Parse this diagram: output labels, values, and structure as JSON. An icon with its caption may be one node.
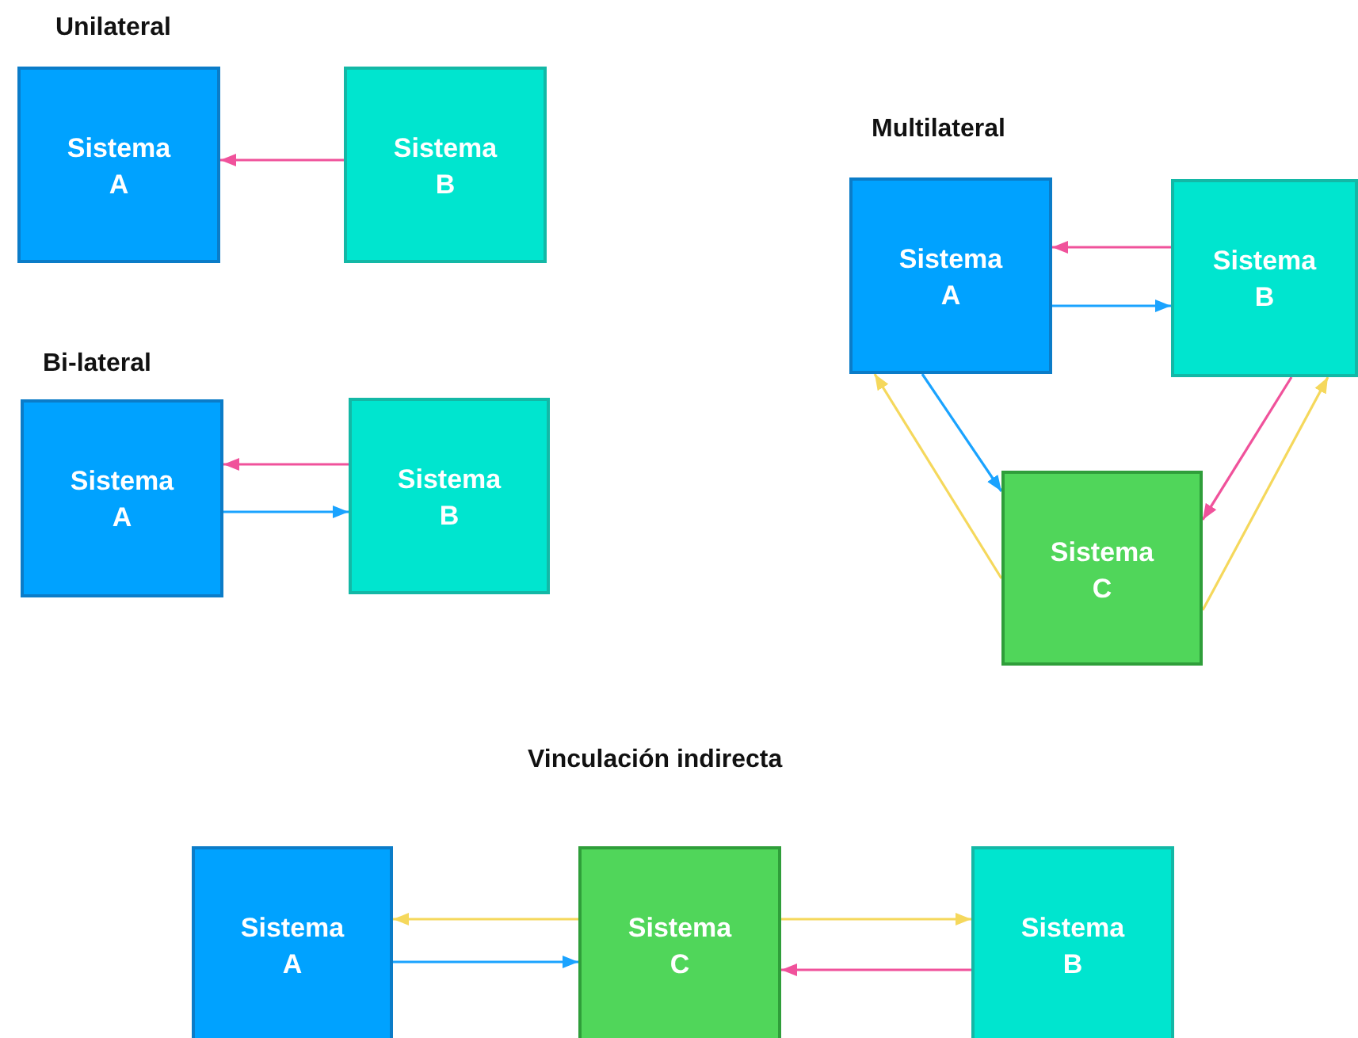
{
  "diagram": {
    "nodes": [
      {
        "text": [
          "Sistema A"
        ]
      },
      {
        "text": [
          "Sistema B"
        ]
      },
      {
        "text": [
          "Sistema A"
        ]
      },
      {
        "text": [
          "Sistema B"
        ]
      },
      {
        "text": [
          "Sistema A"
        ]
      },
      {
        "text": [
          "Sistema B"
        ]
      },
      {
        "text": [
          "Sistema C"
        ]
      },
      {
        "text": [
          "Sistema A"
        ]
      },
      {
        "text": [
          "Sistema C"
        ]
      },
      {
        "text": [
          "Sistema B"
        ]
      }
    ],
    "edges": [
      {
        "from": 1,
        "to": 0,
        "arrow": "to"
      },
      {
        "from": 3,
        "to": 2,
        "arrow": "to"
      },
      {
        "from": 2,
        "to": 3,
        "arrow": "to",
        "color": "#1aa3ff"
      },
      {
        "from": 5,
        "to": 4,
        "arrow": "to"
      },
      {
        "from": 4,
        "to": 5,
        "arrow": "to",
        "color": "#1aa3ff"
      },
      {
        "from": 6,
        "to": 4,
        "arrow": "to",
        "color": "#f5d85c"
      },
      {
        "from": 4,
        "to": 6,
        "arrow": "to",
        "color": "#1aa3ff"
      },
      {
        "from": 5,
        "to": 6,
        "arrow": "to"
      },
      {
        "from": 6,
        "to": 5,
        "arrow": "to",
        "color": "#f5d85c"
      },
      {
        "from": 8,
        "to": 7,
        "arrow": "to",
        "color": "#f5d85c"
      },
      {
        "from": 7,
        "to": 8,
        "arrow": "to",
        "color": "#1aa3ff"
      },
      {
        "from": 8,
        "to": 9,
        "arrow": "to",
        "color": "#f5d85c"
      },
      {
        "from": 9,
        "to": 8,
        "arrow": "to"
      }
    ],
    "labels": [
      "Unilateral",
      "Multilateral",
      "Bi-lateral",
      "Vinculación indirecta"
    ]
  }
}
